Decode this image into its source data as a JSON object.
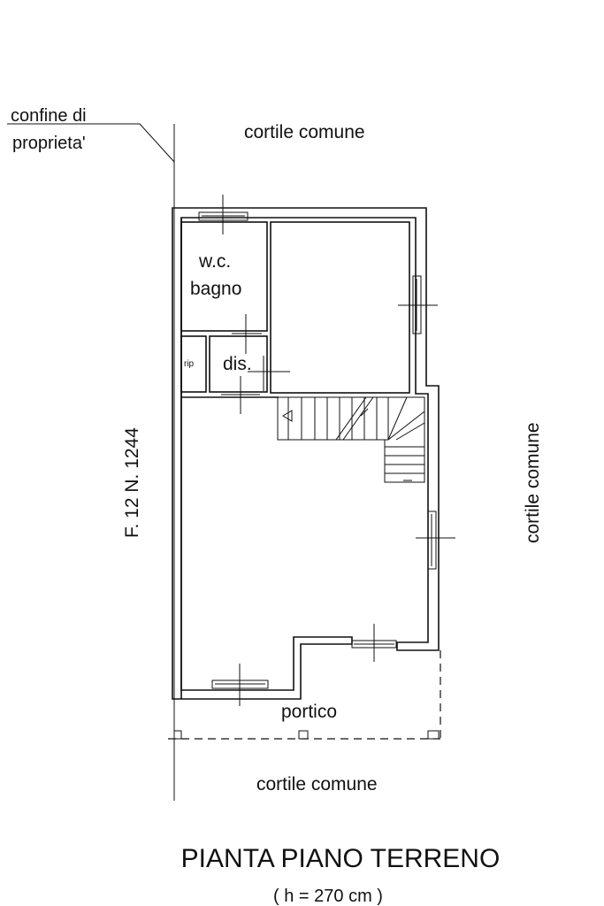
{
  "labels": {
    "boundary": [
      "confine di",
      "proprieta'"
    ],
    "courtyard_top": "cortile comune",
    "courtyard_right": "cortile comune",
    "courtyard_bottom": "cortile comune",
    "parcel": "F. 12 N. 1244",
    "wc": [
      "w.c.",
      "bagno"
    ],
    "rip": "rip",
    "dis": "dis.",
    "portico": "portico"
  },
  "title": "PIANTA PIANO TERRENO",
  "subtitle": "( h = 270 cm )"
}
